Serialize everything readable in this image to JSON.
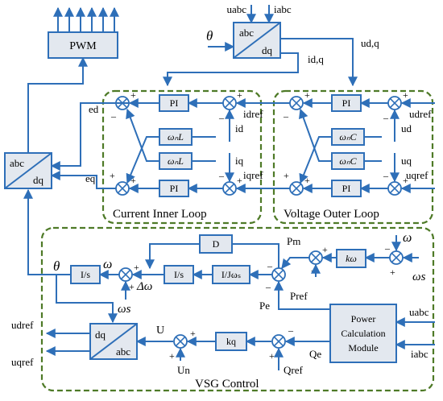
{
  "blocks": {
    "pwm": "PWM",
    "abc_dq_top_a": "abc",
    "abc_dq_top_b": "dq",
    "abc_dq_left_a": "abc",
    "abc_dq_left_b": "dq",
    "dq_abc_a": "dq",
    "dq_abc_b": "abc",
    "pi": "PI",
    "wl": "ωₙL",
    "wc": "ωₙC",
    "d": "D",
    "integrator": "I/s",
    "inertia": "I/Jωₛ",
    "kw": "kω",
    "kq": "kq",
    "power_calc": [
      "Power",
      "Calculation",
      "Module"
    ]
  },
  "signals": {
    "u_abc": "uabc",
    "i_abc": "iabc",
    "theta": "θ",
    "i_dq": "id,q",
    "u_dq": "ud,q",
    "e_d": "ed",
    "e_q": "eq",
    "i_dref": "idref",
    "i_qref": "iqref",
    "i_d": "id",
    "i_q": "iq",
    "u_dref": "udref",
    "u_qref": "uqref",
    "u_d": "ud",
    "u_q": "uq",
    "omega": "ω",
    "omega_s": "ωs",
    "delta_omega": "Δω",
    "p_m": "Pm",
    "p_ref": "Pref",
    "p_e": "Pe",
    "q_e": "Qe",
    "q_ref": "Qref",
    "u": "U",
    "u_n": "Un",
    "u_dref_out": "udref",
    "u_qref_out": "uqref",
    "u_abc_pc": "uabc",
    "i_abc_pc": "iabc"
  },
  "groups": {
    "current_loop": "Current Inner Loop",
    "voltage_loop": "Voltage Outer Loop",
    "vsg": "VSG Control"
  },
  "signs": {
    "plus": "+",
    "minus": "–"
  }
}
